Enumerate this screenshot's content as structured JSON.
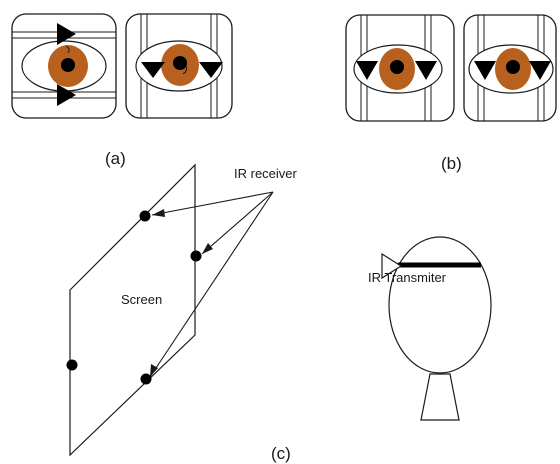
{
  "labels": {
    "panel_a": "(a)",
    "panel_b": "(b)",
    "panel_c": "(c)",
    "ir_receiver": "IR receiver",
    "screen": "Screen",
    "ir_transmitter": "IR Transmiter"
  },
  "colors": {
    "iris": "#B8611F",
    "pupil": "#000000",
    "stroke": "#1a1a1a",
    "background": "#ffffff"
  },
  "icons": {
    "eye": "eye-icon",
    "marker": "triangle-marker-icon",
    "receiver": "dot-icon"
  }
}
